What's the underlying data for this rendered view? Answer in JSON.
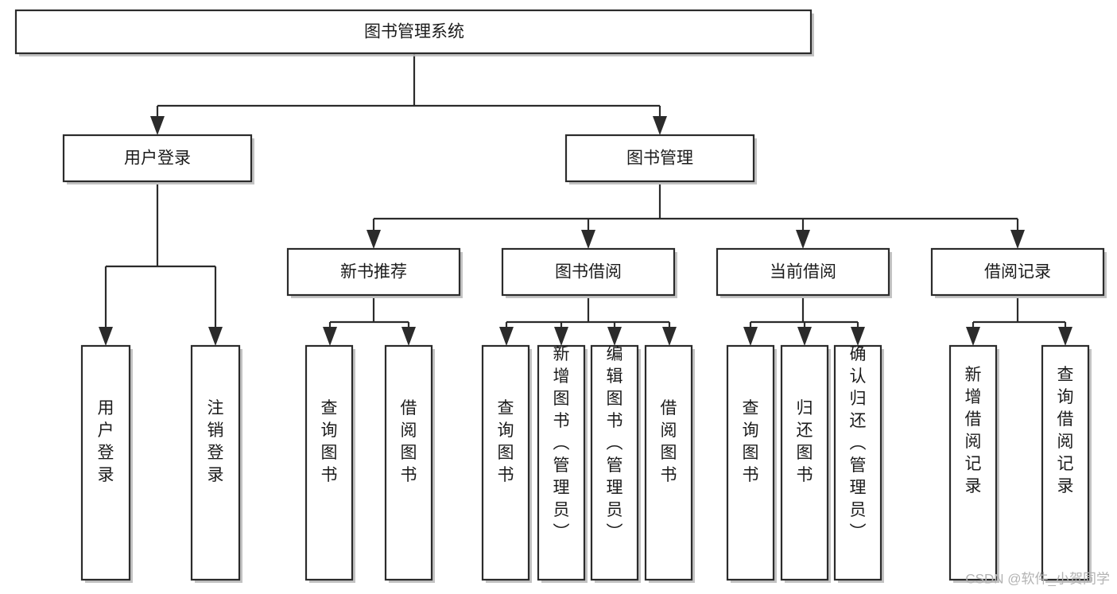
{
  "diagram": {
    "type": "tree-hierarchy-diagram",
    "title": "图书管理系统",
    "watermark": "CSDN @软件_小贺同学",
    "colors": {
      "background": "#ffffff",
      "stroke": "#2b2b2b",
      "box_fill": "#ffffff",
      "text": "#1b1b1b",
      "shadow": "#b9b9b9",
      "watermark": "#b3b3b3"
    },
    "levels": {
      "root": {
        "label": "图书管理系统",
        "orientation": "horizontal"
      },
      "level2": [
        {
          "label": "用户登录",
          "orientation": "horizontal"
        },
        {
          "label": "图书管理",
          "orientation": "horizontal"
        }
      ],
      "level3": [
        {
          "label": "新书推荐",
          "orientation": "horizontal"
        },
        {
          "label": "图书借阅",
          "orientation": "horizontal"
        },
        {
          "label": "当前借阅",
          "orientation": "horizontal"
        },
        {
          "label": "借阅记录",
          "orientation": "horizontal"
        }
      ],
      "leaves": {
        "user_login": [
          {
            "label": "用户登录",
            "orientation": "vertical"
          },
          {
            "label": "注销登录",
            "orientation": "vertical"
          }
        ],
        "new_book_recommend": [
          {
            "label": "查询图书",
            "orientation": "vertical"
          },
          {
            "label": "借阅图书",
            "orientation": "vertical"
          }
        ],
        "book_borrow": [
          {
            "label": "查询图书",
            "orientation": "vertical"
          },
          {
            "label": "新增图书（管理员）",
            "orientation": "vertical"
          },
          {
            "label": "编辑图书（管理员）",
            "orientation": "vertical"
          },
          {
            "label": "借阅图书",
            "orientation": "vertical"
          }
        ],
        "current_borrow": [
          {
            "label": "查询图书",
            "orientation": "vertical"
          },
          {
            "label": "归还图书",
            "orientation": "vertical"
          },
          {
            "label": "确认归还（管理员）",
            "orientation": "vertical"
          }
        ],
        "borrow_records": [
          {
            "label": "新增借阅记录",
            "orientation": "vertical"
          },
          {
            "label": "查询借阅记录",
            "orientation": "vertical"
          }
        ]
      }
    }
  }
}
